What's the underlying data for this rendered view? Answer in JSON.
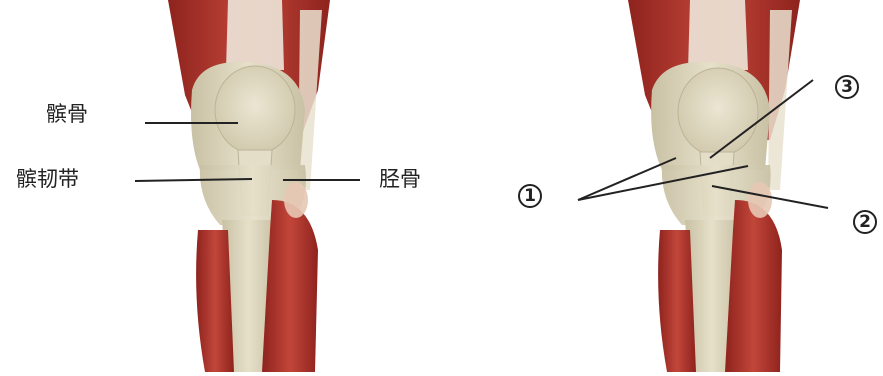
{
  "left_figure": {
    "labels": {
      "patella": "髌骨",
      "patellar_ligament": "髌韧带",
      "tibia": "胫骨"
    }
  },
  "right_figure": {
    "markers": {
      "one": "1",
      "two": "2",
      "three": "3"
    }
  },
  "colors": {
    "muscle": "#b8392f",
    "muscle_dark": "#8e231d",
    "bone": "#ded8c0",
    "bone_shadow": "#c9c1a4",
    "tendon": "#ece7d9",
    "leader_line": "#222222"
  }
}
